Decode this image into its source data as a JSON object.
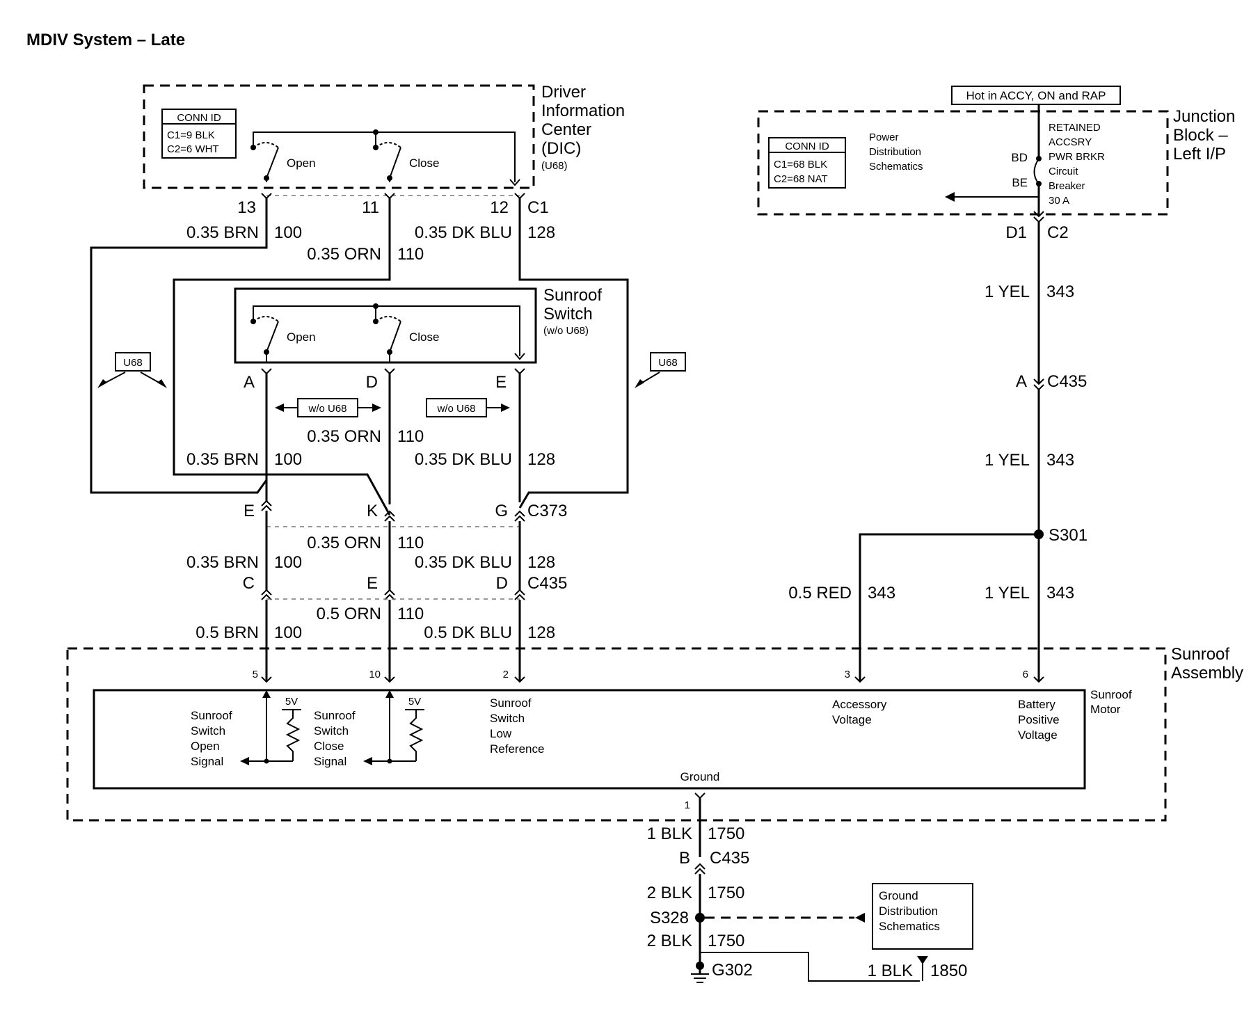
{
  "title": "MDIV System – Late",
  "dic": {
    "label_lines": [
      "Driver",
      "Information",
      "Center",
      "(DIC)"
    ],
    "option": "(U68)",
    "conn_id": {
      "header": "CONN ID",
      "lines": [
        "C1=9 BLK",
        "C2=6 WHT"
      ]
    },
    "switch_open": "Open",
    "switch_close": "Close",
    "pins": [
      "13",
      "11",
      "12"
    ],
    "connector": "C1"
  },
  "junction_block": {
    "hot_label": "Hot in ACCY, ON and RAP",
    "label_lines": [
      "Junction",
      "Block –",
      "Left I/P"
    ],
    "conn_id": {
      "header": "CONN ID",
      "lines": [
        "C1=68 BLK",
        "C2=68 NAT"
      ]
    },
    "power_ref_lines": [
      "Power",
      "Distribution",
      "Schematics"
    ],
    "breaker_lines": [
      "RETAINED",
      "ACCSRY",
      "PWR BRKR",
      "Circuit",
      "Breaker",
      "30 A"
    ],
    "terminal_bd": "BD",
    "terminal_be": "BE",
    "pin": "D1",
    "connector": "C2"
  },
  "sunroof_switch": {
    "label_lines": [
      "Sunroof",
      "Switch"
    ],
    "option": "(w/o U68)",
    "switch_open": "Open",
    "switch_close": "Close",
    "pins": [
      "A",
      "D",
      "E"
    ]
  },
  "options": {
    "u68": "U68",
    "wo_u68": "w/o U68"
  },
  "wires": {
    "brn_035": "0.35 BRN",
    "orn_035": "0.35 ORN",
    "dkblu_035": "0.35 DK BLU",
    "brn_05": "0.5 BRN",
    "orn_05": "0.5 ORN",
    "dkblu_05": "0.5 DK BLU",
    "yel_1": "1 YEL",
    "red_05": "0.5 RED",
    "blk_1": "1 BLK",
    "blk_2": "2 BLK",
    "c100": "100",
    "c110": "110",
    "c128": "128",
    "c343": "343",
    "c1750": "1750",
    "c1850": "1850"
  },
  "c373": {
    "pins": [
      "E",
      "K",
      "G"
    ],
    "name": "C373"
  },
  "c435": {
    "pins": [
      "C",
      "E",
      "D"
    ],
    "name": "C435",
    "yel_pin": "A",
    "gnd_pin": "B"
  },
  "splices": {
    "s301": "S301",
    "s328": "S328"
  },
  "ground": {
    "name": "G302",
    "ref_lines": [
      "Ground",
      "Distribution",
      "Schematics"
    ]
  },
  "sunroof_assembly": {
    "label_lines": [
      "Sunroof",
      "Assembly"
    ],
    "motor_lines": [
      "Sunroof",
      "Motor"
    ],
    "pins": [
      "5",
      "10",
      "2",
      "3",
      "6",
      "1"
    ],
    "v5": "5V",
    "open_signal_lines": [
      "Sunroof",
      "Switch",
      "Open",
      "Signal"
    ],
    "close_signal_lines": [
      "Sunroof",
      "Switch",
      "Close",
      "Signal"
    ],
    "low_ref_lines": [
      "Sunroof",
      "Switch",
      "Low",
      "Reference"
    ],
    "acc_voltage_lines": [
      "Accessory",
      "Voltage"
    ],
    "batt_voltage_lines": [
      "Battery",
      "Positive",
      "Voltage"
    ],
    "ground_label": "Ground"
  }
}
